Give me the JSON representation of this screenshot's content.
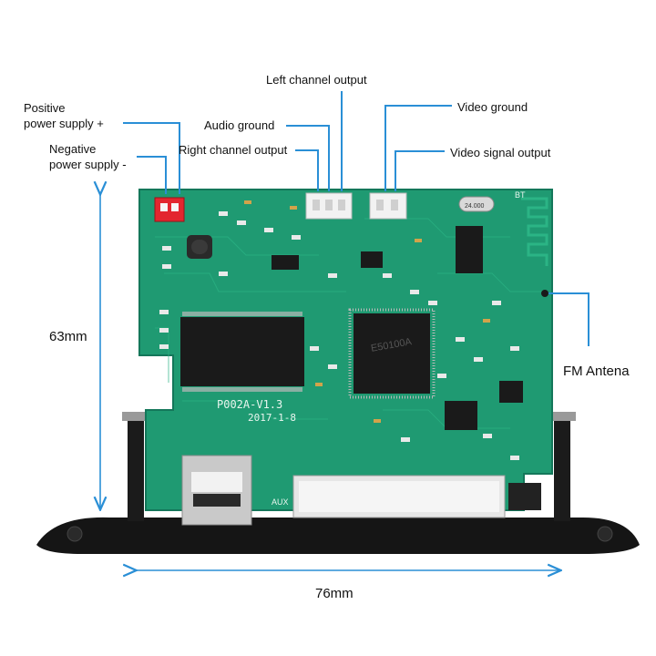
{
  "labels": {
    "positive_supply_line1": "Positive",
    "positive_supply_line2": "power supply +",
    "negative_supply_line1": "Negative",
    "negative_supply_line2": "power supply -",
    "audio_ground": "Audio ground",
    "left_channel": "Left channel output",
    "right_channel": "Right channel output",
    "video_ground": "Video ground",
    "video_signal": "Video signal output",
    "fm_antenna": "FM Antena"
  },
  "dimensions": {
    "height": "63mm",
    "width": "76mm"
  },
  "board_text": {
    "model": "P002A-V1.3",
    "date": "2017-1-8",
    "aux": "AUX",
    "bt": "BT",
    "chip_main": "E50100A",
    "crystal": "24.000"
  },
  "colors": {
    "pcb": "#1f9a72",
    "pcb_dark": "#14775a",
    "leader_line": "#2a8fd6",
    "faceplate": "#151515",
    "connector_red": "#e3262f"
  }
}
